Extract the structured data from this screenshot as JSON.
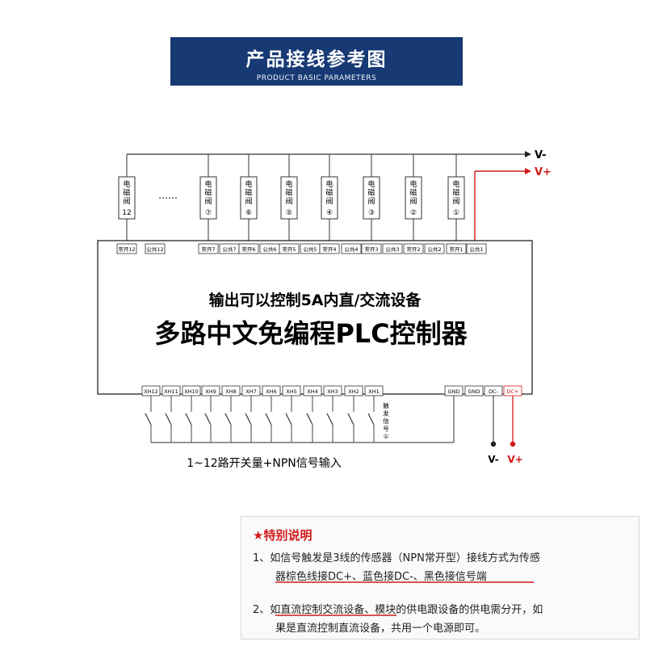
{
  "header": {
    "title": "产品接线参考图",
    "subtitle": "PRODUCT BASIC PARAMETERS"
  },
  "rails": {
    "vminus": "V-",
    "vplus": "V+"
  },
  "valves": [
    {
      "label": "电磁阀12"
    },
    {
      "label": "电磁阀⑦"
    },
    {
      "label": "电磁阀⑥"
    },
    {
      "label": "电磁阀⑤"
    },
    {
      "label": "电磁阀④"
    },
    {
      "label": "电磁阀③"
    },
    {
      "label": "电磁阀②"
    },
    {
      "label": "电磁阀①"
    }
  ],
  "ellipsis": "……",
  "output_terminals": [
    "常开12",
    "公共12",
    "常开7",
    "公共7",
    "常开6",
    "公共6",
    "常开5",
    "公共5",
    "常开4",
    "公共4",
    "常开3",
    "公共3",
    "常开2",
    "公共2",
    "常开1",
    "公共1"
  ],
  "controller": {
    "line1": "输出可以控制5A内直/交流设备",
    "line2": "多路中文免编程PLC控制器"
  },
  "input_terminals": [
    "XH12",
    "XH11",
    "XH10",
    "XH9",
    "XH8",
    "XH7",
    "XH6",
    "XH5",
    "XH4",
    "XH3",
    "XH2",
    "XH1"
  ],
  "power_terminals": [
    "GND",
    "GND",
    "DC-",
    "DC+"
  ],
  "trigger_label": "触发信号①",
  "input_caption": "1~12路开关量+NPN信号输入",
  "power_labels": {
    "vminus": "V-",
    "vplus": "V+"
  },
  "notes": {
    "title": "★特别说明",
    "item1_line1": "1、如信号触发是3线的传感器（NPN常开型）接线方式为传感",
    "item1_line2": "器棕色线接DC+、蓝色接DC-、黑色接信号端",
    "item2_line1": "2、如直流控制交流设备、模块的供电跟设备的供电需分开，如",
    "item2_line2": "果是直流控制直流设备，共用一个电源即可。"
  },
  "colors": {
    "banner": "#173a74",
    "red": "#d21a1a",
    "line": "#555555"
  }
}
